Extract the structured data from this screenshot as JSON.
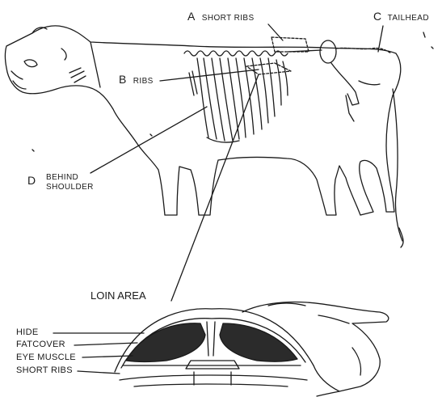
{
  "labels": {
    "a_letter": "A",
    "a_text": "SHORT RIBS",
    "b_letter": "B",
    "b_text": "RIBS",
    "c_letter": "C",
    "c_text": "TAILHEAD",
    "d_letter": "D",
    "d_line1": "BEHIND",
    "d_line2": "SHOULDER",
    "loin_area": "LOIN AREA"
  },
  "cross_section_labels": [
    "HIDE",
    "FATCOVER",
    "EYE MUSCLE",
    "SHORT RIBS"
  ],
  "colors": {
    "ink": "#1a1a1a",
    "muscle_fill": "#2b2b2b",
    "background": "#ffffff"
  }
}
